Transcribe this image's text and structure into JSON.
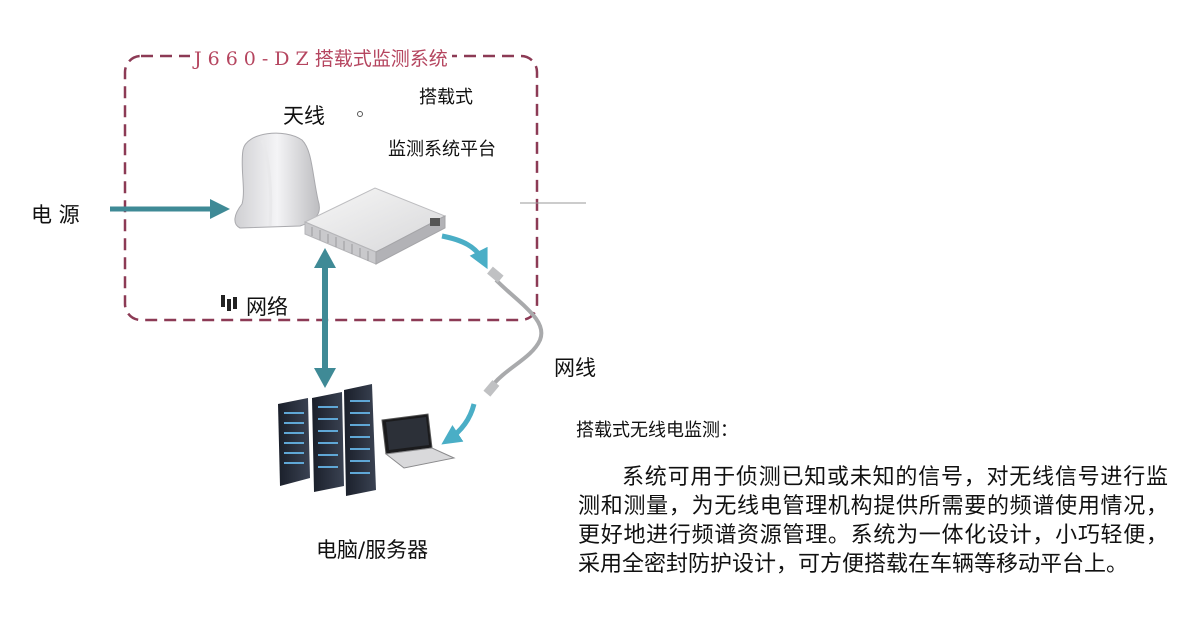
{
  "frame_title_code": "J660-DZ",
  "frame_title_name": "搭载式监测系统",
  "labels": {
    "antenna": "天线",
    "platform_line1": "搭载式",
    "platform_line2": "监测系统平台",
    "power": "电 源",
    "network": "网络",
    "cable": "网线",
    "computer": "电脑/服务器"
  },
  "description": {
    "heading": "搭载式无线电监测：",
    "body": "系统可用于侦测已知或未知的信号，对无线信号进行监测和测量，为无线电管理机构提供所需要的频谱使用情况，更好地进行频谱资源管理。系统为一体化设计，小巧轻便，采用全密封防护设计，可方便搭载在车辆等移动平台上。"
  },
  "colors": {
    "frame_border": "#8c3a55",
    "frame_title": "#b5455f",
    "arrow": "#3f8a96",
    "cable_arrow": "#4aaec6"
  }
}
